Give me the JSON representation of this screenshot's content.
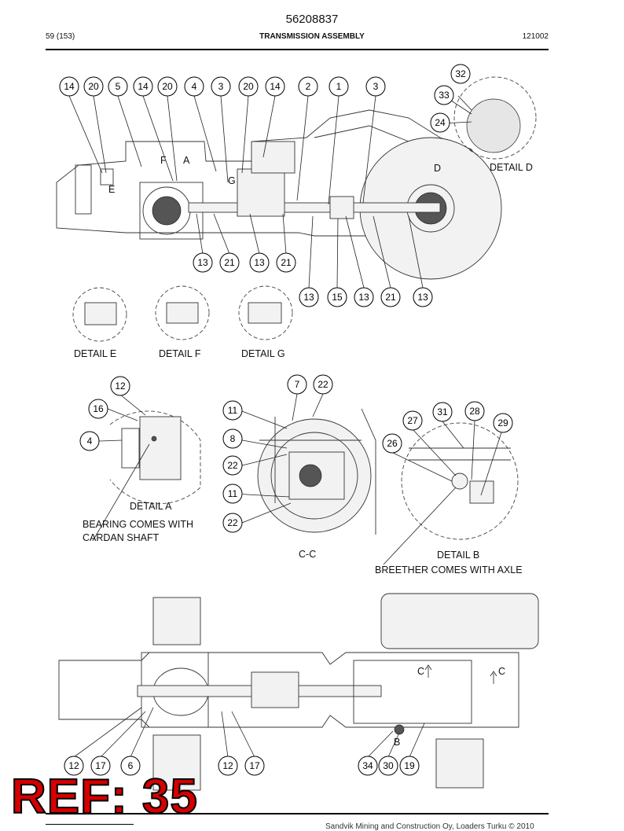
{
  "header": {
    "doc_number": "56208837",
    "page": "59 (153)",
    "section": "TRANSMISSION ASSEMBLY",
    "code": "121002"
  },
  "labels": {
    "detail_d": "DETAIL D",
    "detail_e": "DETAIL E",
    "detail_f": "DETAIL F",
    "detail_g": "DETAIL G",
    "detail_a": "DETAIL A",
    "bearing_note_1": "BEARING COMES WITH",
    "bearing_note_2": "CARDAN SHAFT",
    "section_cc": "C-C",
    "detail_b": "DETAIL B",
    "breather_note": "BREETHER COMES WITH AXLE",
    "letter_a": "A",
    "letter_e": "E",
    "letter_f": "F",
    "letter_g": "G",
    "letter_d": "D",
    "letter_c1": "C",
    "letter_c2": "C",
    "letter_b": "B"
  },
  "callouts": {
    "top_row": [
      "14",
      "20",
      "5",
      "14",
      "20",
      "4",
      "3",
      "20",
      "14",
      "2",
      "1",
      "3"
    ],
    "detail_d": [
      "32",
      "33",
      "24"
    ],
    "mid_row": [
      "13",
      "21",
      "13",
      "21"
    ],
    "lower_row": [
      "13",
      "15",
      "13",
      "21",
      "13"
    ],
    "detail_a": [
      "12",
      "16",
      "4"
    ],
    "section_cc": [
      "7",
      "22",
      "11",
      "8",
      "22",
      "11",
      "22"
    ],
    "detail_b": [
      "27",
      "31",
      "28",
      "29",
      "26"
    ],
    "bottom_row": [
      "12",
      "17",
      "6",
      "12",
      "17",
      "34",
      "30",
      "19"
    ]
  },
  "stamp": "REF: 35",
  "footer": "Sandvik Mining and Construction Oy, Loaders Turku © 2010"
}
